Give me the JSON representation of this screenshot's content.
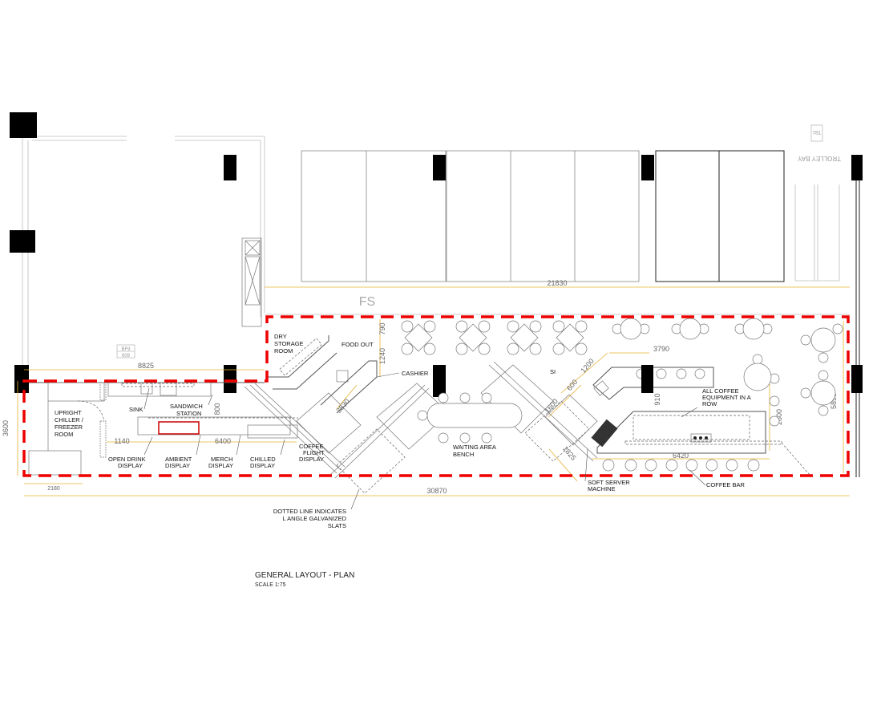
{
  "drawing": {
    "title": "GENERAL LAYOUT - PLAN",
    "scale": "SCALE 1:75",
    "zone_marker": "FS",
    "trolley_bay": "TROLLEY BAY",
    "trolley_tag": "TB1",
    "tag_top": "BF9",
    "tag_bottom": "609"
  },
  "labels": {
    "dry_storage": [
      "DRY",
      "STORAGE",
      "ROOM"
    ],
    "food_out": "FOOD OUT",
    "cashier": "CASHIER",
    "upright_chiller": [
      "UPRIGHT",
      "CHILLER /",
      "FREEZER",
      "ROOM"
    ],
    "sink": "SINK",
    "sandwich_station": [
      "SANDWICH",
      "STATION"
    ],
    "open_drink": [
      "OPEN DRINK",
      "DISPLAY"
    ],
    "ambient": [
      "AMBIENT",
      "DISPLAY"
    ],
    "merch": [
      "MERCH",
      "DISPLAY"
    ],
    "chilled": [
      "CHILLED",
      "DISPLAY"
    ],
    "coffee_flight": [
      "COFFEE",
      "FLIGHT",
      "DISPLAY"
    ],
    "waiting_bench": [
      "WAITING AREA",
      "BENCH"
    ],
    "sink2": "SI",
    "coffee_equipment": [
      "ALL COFFEE",
      "EQUIPMENT IN A",
      "ROW"
    ],
    "soft_server": [
      "SOFT SERVER",
      "MACHINE"
    ],
    "coffee_bar": "COFFEE BAR",
    "slats_note": [
      "DOTTED LINE INDICATES",
      "L ANGLE GALVANIZED",
      "SLATS"
    ]
  },
  "dimensions": {
    "d21830": "21830",
    "d30870": "30870",
    "d8825": "8825",
    "d2180": "2180",
    "d3600": "3600",
    "d1140": "1140",
    "d6400": "6400",
    "d800": "800",
    "d3530": "3530",
    "d790": "790",
    "d1240": "1240",
    "d3790": "3790",
    "d1200": "1200",
    "d600": "600",
    "d1600": "1600",
    "d1825": "1825",
    "d910": "910",
    "d2800": "2800",
    "d5895": "5895",
    "d6420": "6420"
  },
  "colors": {
    "boundary": "#e00000",
    "dimension": "#e8b030",
    "column": "#000000"
  }
}
